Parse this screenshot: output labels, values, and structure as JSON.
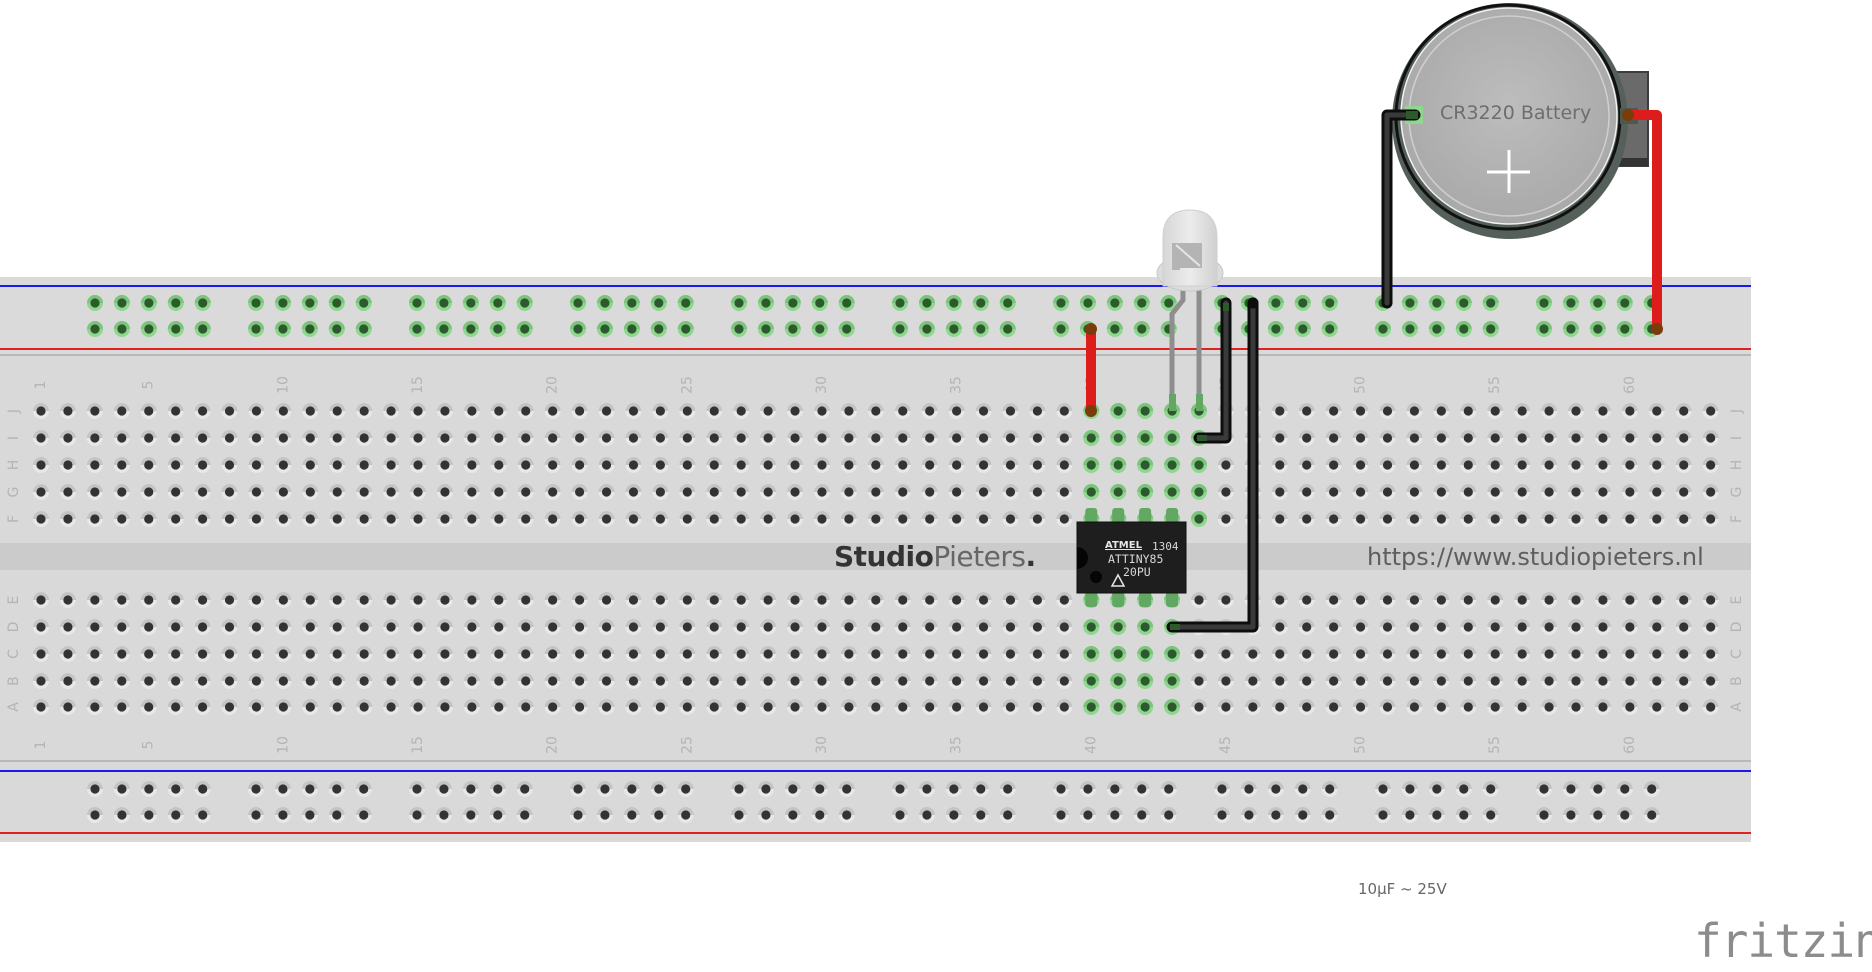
{
  "app": {
    "name": "fritzing",
    "view": "breadboard"
  },
  "breadboard": {
    "branding": {
      "name_bold": "Studio",
      "name_light": "Pieters",
      "name_dot": ".",
      "url": "https://www.studiopieters.nl"
    },
    "row_labels_top": [
      "J",
      "I",
      "H",
      "G",
      "F"
    ],
    "row_labels_bottom": [
      "E",
      "D",
      "C",
      "B",
      "A"
    ],
    "column_labels": [
      "1",
      "5",
      "10",
      "15",
      "20",
      "25",
      "30",
      "35",
      "40",
      "45",
      "50",
      "55",
      "60"
    ],
    "column_count": 63,
    "rail_groups": 10,
    "rail_holes_per_group": 5,
    "colors": {
      "board": "#d9d9d9",
      "channel": "#cbcbcb",
      "rail_blue": "#0000ee",
      "rail_red": "#dd2222",
      "hole": "#333333",
      "hole_connected": "#2d5a2d",
      "hole_glow": "#8fd68f"
    }
  },
  "components": {
    "ic": {
      "logo": "ATMEL",
      "date_code": "1304",
      "part": "ATTINY85",
      "grade": "20PU",
      "columns": [
        40,
        43
      ]
    },
    "led": {
      "type": "5mm LED",
      "color": "white",
      "legs_column": [
        43,
        44
      ]
    },
    "battery": {
      "label": "CR3220 Battery",
      "polarity_symbol": "+"
    },
    "capacitor": {
      "label": "10µF ~ 25V"
    }
  },
  "wires": [
    {
      "color": "#dd2222",
      "from": "top-rail-bottom col40",
      "to": "J40"
    },
    {
      "color": "#222222",
      "from": "top-rail-top col45",
      "to": "I44"
    },
    {
      "color": "#222222",
      "from": "top-rail-top col46",
      "to": "D43"
    },
    {
      "color": "#222222",
      "from": "battery-negative",
      "to": "top-rail-top"
    },
    {
      "color": "#dd2222",
      "from": "battery-positive",
      "to": "top-rail-bottom"
    }
  ],
  "connected_columns_top": [
    40,
    41,
    42,
    43,
    44
  ],
  "connected_columns_bottom": [
    40,
    41,
    42,
    43
  ],
  "connected_rail_top_groups": "all",
  "logo": {
    "text": "fritzing"
  }
}
